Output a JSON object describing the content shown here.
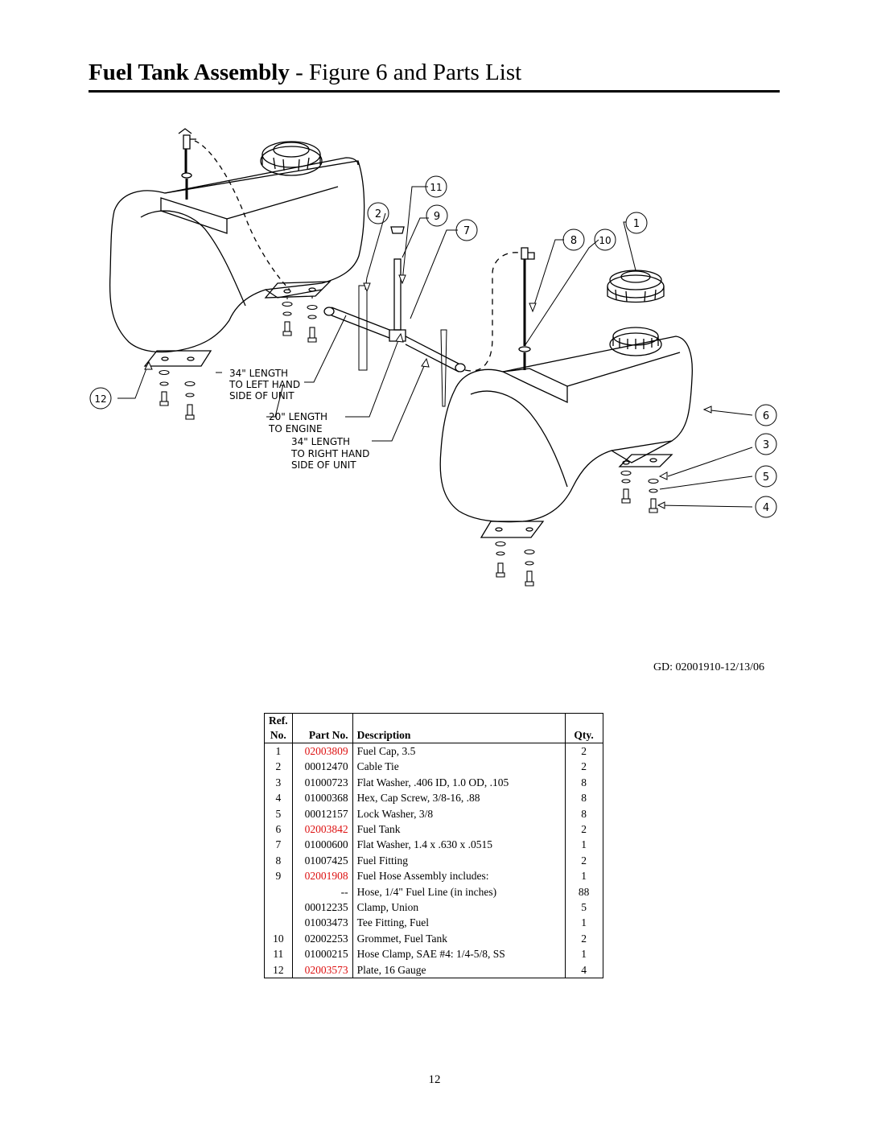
{
  "title": {
    "bold": "Fuel Tank Assembly",
    "rest": " - Figure 6 and Parts List"
  },
  "figure": {
    "callouts": [
      "1",
      "2",
      "3",
      "4",
      "5",
      "6",
      "7",
      "8",
      "9",
      "10",
      "11",
      "12"
    ],
    "hose_labels": [
      [
        "34\" LENGTH",
        "TO LEFT HAND",
        "SIDE OF UNIT"
      ],
      [
        "20\" LENGTH",
        "TO ENGINE"
      ],
      [
        "34\" LENGTH",
        "TO RIGHT HAND",
        "SIDE OF UNIT"
      ]
    ],
    "drawing_ref": "GD: 02001910-12/13/06",
    "line_color": "#000000"
  },
  "table": {
    "header_top": [
      "Ref.",
      "",
      "",
      ""
    ],
    "header": [
      "No.",
      "Part No.",
      "Description",
      "Qty."
    ],
    "rows": [
      {
        "ref": "1",
        "part": "02003809",
        "desc": "Fuel Cap, 3.5",
        "qty": "2",
        "highlight": true
      },
      {
        "ref": "2",
        "part": "00012470",
        "desc": "Cable Tie",
        "qty": "2",
        "highlight": false
      },
      {
        "ref": "3",
        "part": "01000723",
        "desc": "Flat Washer, .406 ID, 1.0 OD, .105",
        "qty": "8",
        "highlight": false
      },
      {
        "ref": "4",
        "part": "01000368",
        "desc": "Hex, Cap Screw, 3/8-16, .88",
        "qty": "8",
        "highlight": false
      },
      {
        "ref": "5",
        "part": "00012157",
        "desc": "Lock Washer, 3/8",
        "qty": "8",
        "highlight": false
      },
      {
        "ref": "6",
        "part": "02003842",
        "desc": "Fuel Tank",
        "qty": "2",
        "highlight": true
      },
      {
        "ref": "7",
        "part": "01000600",
        "desc": "Flat Washer, 1.4 x .630 x .0515",
        "qty": "1",
        "highlight": false
      },
      {
        "ref": "8",
        "part": "01007425",
        "desc": "Fuel Fitting",
        "qty": "2",
        "highlight": false
      },
      {
        "ref": "9",
        "part": "02001908",
        "desc": "Fuel Hose Assembly includes:",
        "qty": "1",
        "highlight": true
      },
      {
        "ref": "",
        "part": "--",
        "desc": "Hose, 1/4\" Fuel Line (in inches)",
        "qty": "88",
        "highlight": false
      },
      {
        "ref": "",
        "part": "00012235",
        "desc": "Clamp, Union",
        "qty": "5",
        "highlight": false
      },
      {
        "ref": "",
        "part": "01003473",
        "desc": "Tee Fitting, Fuel",
        "qty": "1",
        "highlight": false
      },
      {
        "ref": "10",
        "part": "02002253",
        "desc": "Grommet, Fuel Tank",
        "qty": "2",
        "highlight": false
      },
      {
        "ref": "11",
        "part": "01000215",
        "desc": "Hose Clamp, SAE #4: 1/4-5/8, SS",
        "qty": "1",
        "highlight": false
      },
      {
        "ref": "12",
        "part": "02003573",
        "desc": "Plate, 16 Gauge",
        "qty": "4",
        "highlight": true
      }
    ],
    "highlight_color": "#dd1111"
  },
  "page_number": "12"
}
